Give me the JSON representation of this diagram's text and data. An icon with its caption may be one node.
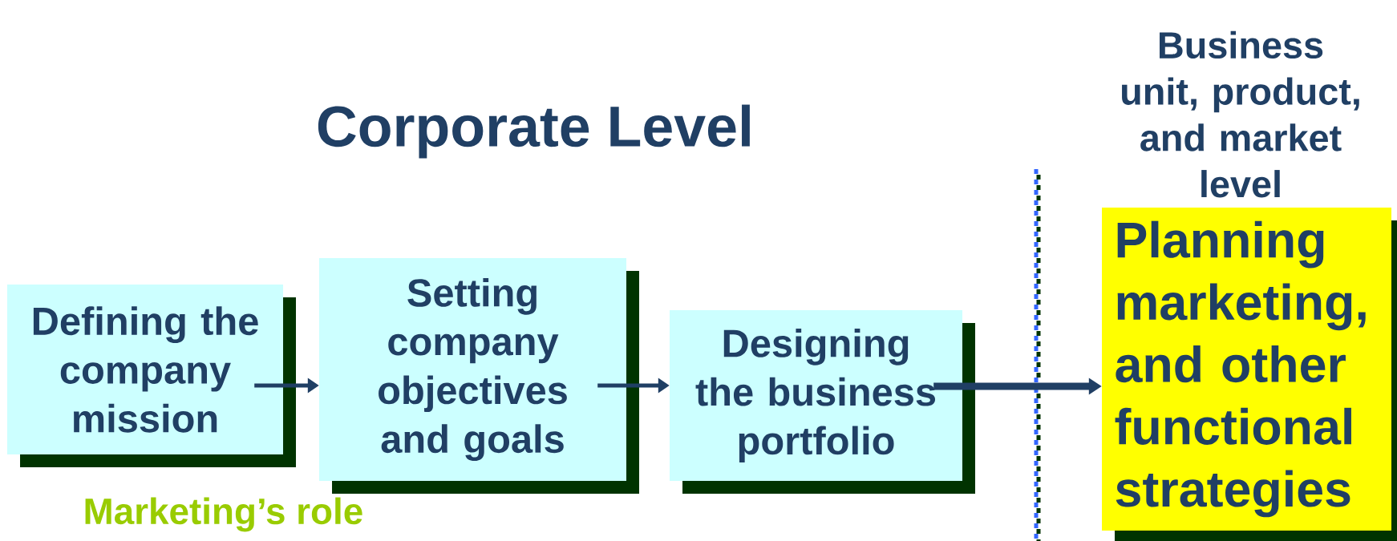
{
  "diagram": {
    "title": "Corporate Level",
    "nodes": [
      {
        "text": [
          "Defining the company mission"
        ]
      },
      {
        "text": [
          "Setting company objectives and goals"
        ]
      },
      {
        "text": [
          "Designing the business portfolio"
        ]
      },
      {
        "text": [
          "Business unit, product, and market level",
          "Planning marketing, and other functional strategies"
        ]
      }
    ],
    "edges": [
      {
        "from": 0,
        "to": 1,
        "arrow": "to"
      },
      {
        "from": 1,
        "to": 2,
        "arrow": "to"
      },
      {
        "from": 2,
        "to": 3,
        "arrow": "to",
        "style": "thick"
      }
    ],
    "labels": [
      "Marketing’s role"
    ]
  }
}
